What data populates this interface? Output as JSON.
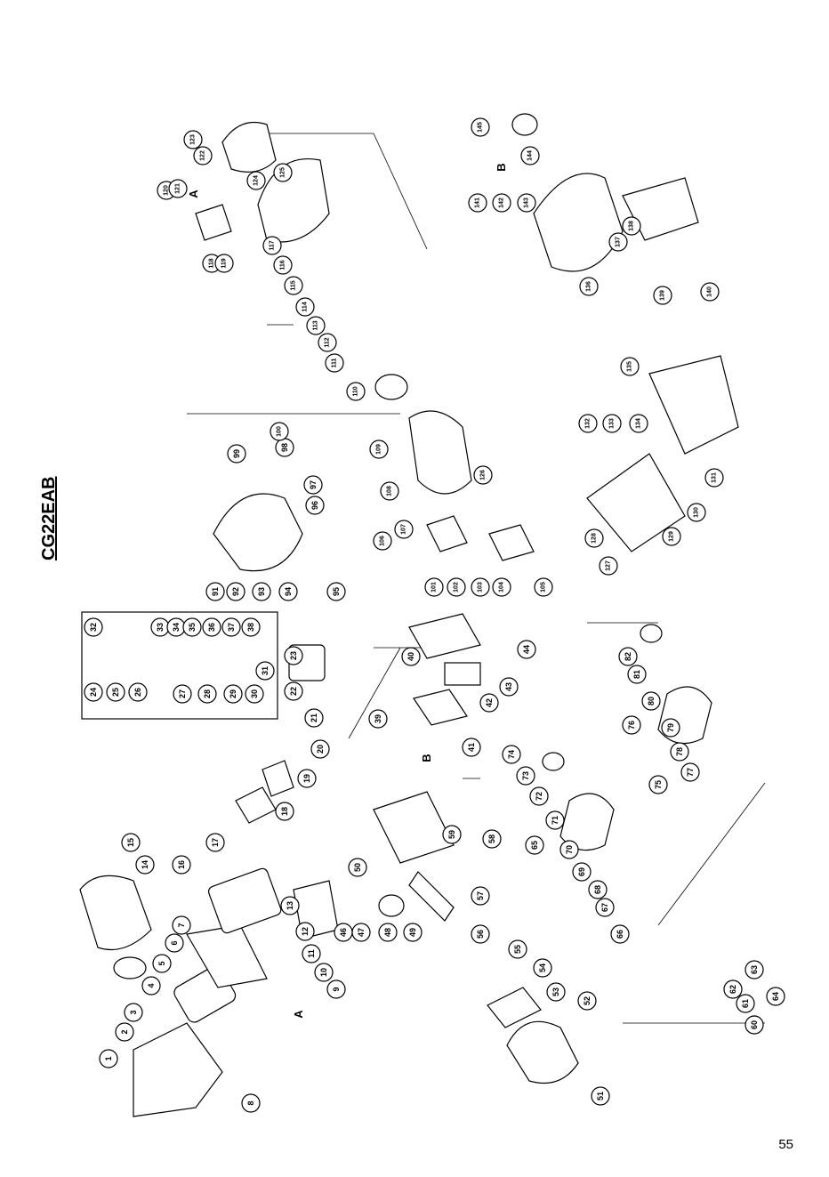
{
  "model": "CG22EAB",
  "page_number": "55",
  "connector_marks": [
    "A",
    "A",
    "B",
    "B"
  ],
  "part_numbers": [
    "1",
    "2",
    "3",
    "4",
    "5",
    "6",
    "7",
    "8",
    "9",
    "10",
    "11",
    "12",
    "13",
    "14",
    "15",
    "16",
    "17",
    "18",
    "19",
    "20",
    "21",
    "22",
    "23",
    "24",
    "25",
    "26",
    "27",
    "28",
    "29",
    "30",
    "31",
    "32",
    "33",
    "34",
    "35",
    "36",
    "37",
    "38",
    "39",
    "40",
    "41",
    "42",
    "43",
    "44",
    "46",
    "47",
    "48",
    "49",
    "50",
    "51",
    "52",
    "53",
    "54",
    "55",
    "56",
    "57",
    "58",
    "59",
    "60",
    "61",
    "62",
    "63",
    "64",
    "65",
    "66",
    "67",
    "68",
    "69",
    "70",
    "71",
    "72",
    "73",
    "74",
    "75",
    "76",
    "77",
    "78",
    "79",
    "80",
    "81",
    "82",
    "91",
    "92",
    "93",
    "94",
    "95",
    "96",
    "97",
    "98",
    "99",
    "100",
    "101",
    "102",
    "103",
    "104",
    "105",
    "106",
    "107",
    "108",
    "109",
    "110",
    "111",
    "112",
    "113",
    "114",
    "115",
    "116",
    "117",
    "118",
    "119",
    "120",
    "121",
    "122",
    "123",
    "124",
    "125",
    "126",
    "127",
    "128",
    "129",
    "130",
    "131",
    "132",
    "133",
    "134",
    "135",
    "136",
    "137",
    "138",
    "139",
    "140",
    "141",
    "142",
    "143",
    "144",
    "145"
  ]
}
